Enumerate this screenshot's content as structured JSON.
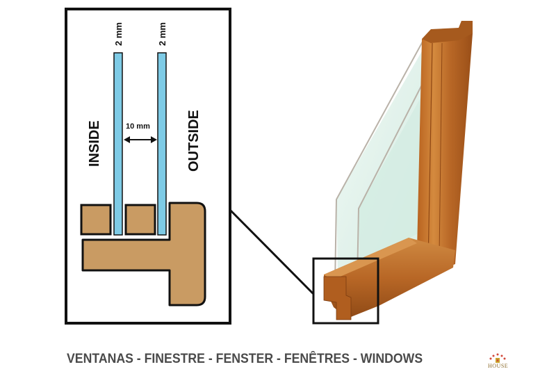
{
  "diagram": {
    "title": "Double-glazed window cross-section",
    "labels": {
      "inside": "INSIDE",
      "outside": "OUTSIDE",
      "glass_left_thickness": "2 mm",
      "glass_right_thickness": "2 mm",
      "gap_width": "10 mm"
    },
    "colors": {
      "glass": "#7ecbe6",
      "wood_profile": "#c99b63",
      "outline": "#111111",
      "frame_wood_light": "#c8772f",
      "frame_wood_dark": "#8a4a18",
      "glass_tint": "#d8efe8"
    },
    "measurements": {
      "glass_pane_mm": 2,
      "air_gap_mm": 10,
      "panes": 2
    }
  },
  "caption": {
    "text": "VENTANAS - FINESTRE - FENSTER - FENÊTRES - WINDOWS"
  },
  "logo": {
    "name": "house-logo",
    "text": "HOUSE"
  }
}
